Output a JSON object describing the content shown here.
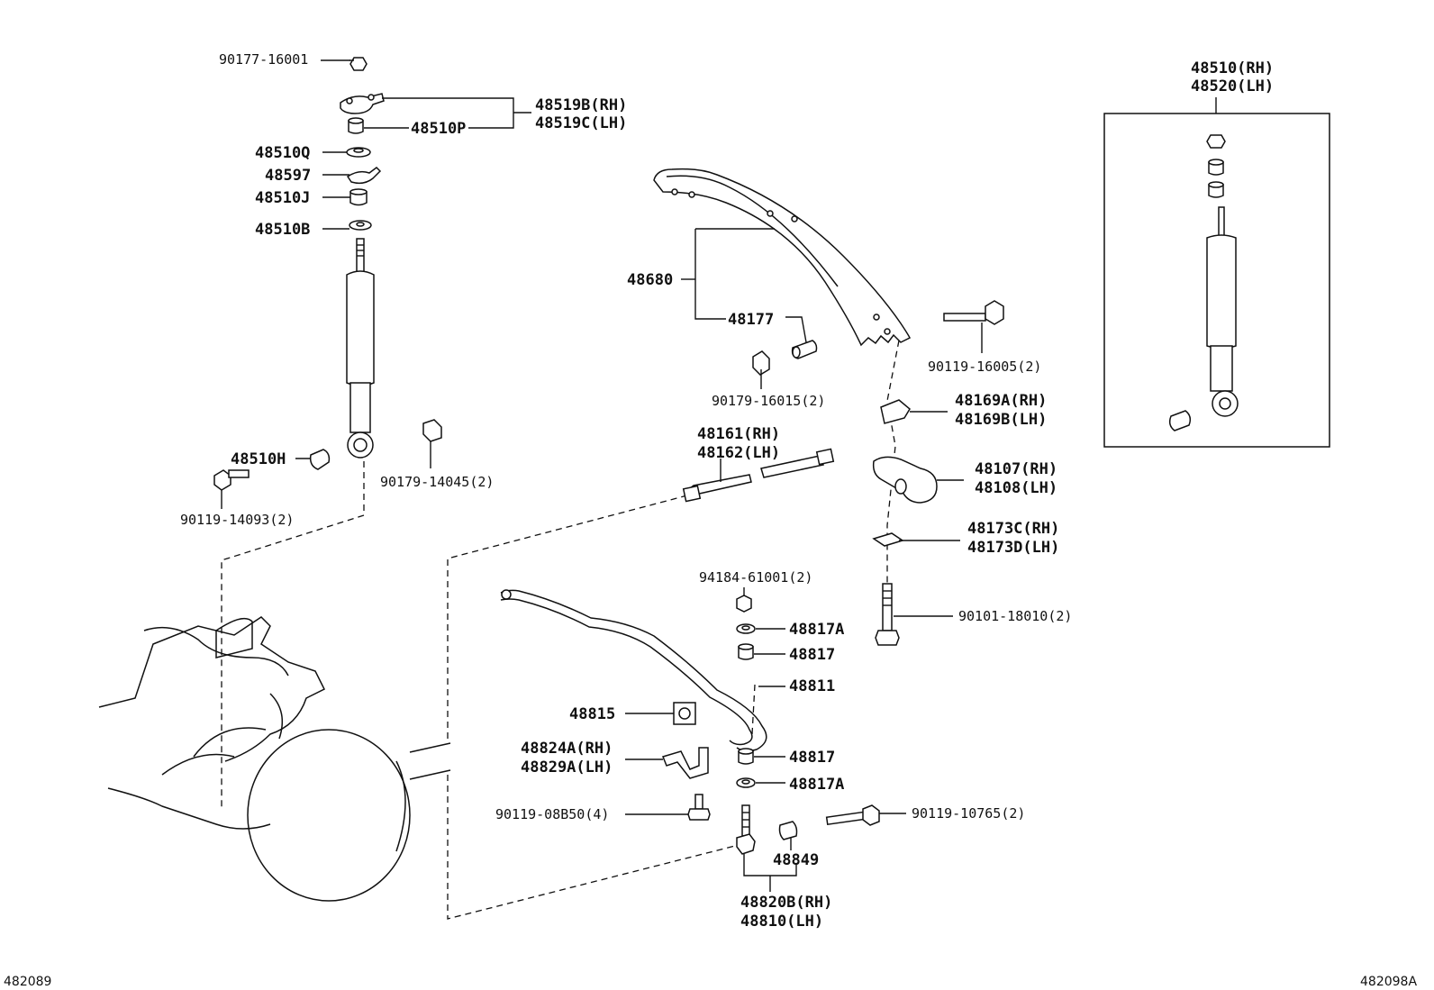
{
  "labels": {
    "p90177_16001": "90177-16001",
    "p48519B": "48519B(RH)",
    "p48519C": "48519C(LH)",
    "p48510P": "48510P",
    "p48510Q": "48510Q",
    "p48597": "48597",
    "p48510J": "48510J",
    "p48510B": "48510B",
    "p48510H": "48510H",
    "p90119_14093": "90119-14093(2)",
    "p90179_14045": "90179-14045(2)",
    "p48680": "48680",
    "p48177": "48177",
    "p90179_16015": "90179-16015(2)",
    "p90119_16005": "90119-16005(2)",
    "p48169A": "48169A(RH)",
    "p48169B": "48169B(LH)",
    "p48161": "48161(RH)",
    "p48162": "48162(LH)",
    "p48107": "48107(RH)",
    "p48108": "48108(LH)",
    "p48173C": "48173C(RH)",
    "p48173D": "48173D(LH)",
    "p94184_61001": "94184-61001(2)",
    "p90101_18010": "90101-18010(2)",
    "p48817A_top": "48817A",
    "p48817_top": "48817",
    "p48811": "48811",
    "p48815": "48815",
    "p48824A": "48824A(RH)",
    "p48829A": "48829A(LH)",
    "p48817_bot": "48817",
    "p48817A_bot": "48817A",
    "p90119_08B50": "90119-08B50(4)",
    "p90119_10765": "90119-10765(2)",
    "p48849": "48849",
    "p48820B": "48820B(RH)",
    "p48810": "48810(LH)",
    "p48510RH": "48510(RH)",
    "p48520LH": "48520(LH)"
  },
  "footer": {
    "left_code": "482089",
    "right_code": "482098A"
  }
}
